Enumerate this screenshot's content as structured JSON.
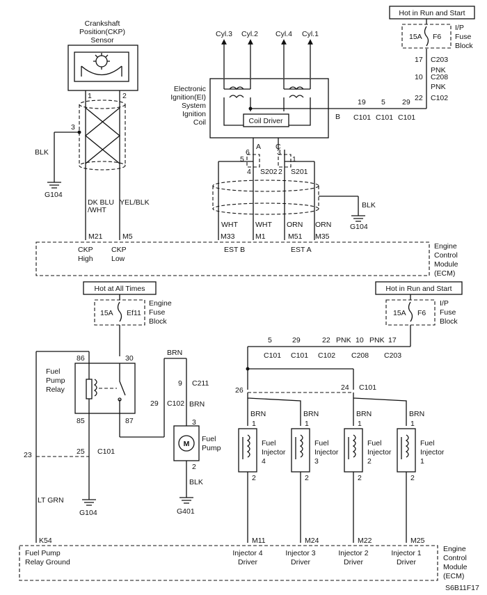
{
  "labels": {
    "ckp_sensor_1": "Crankshaft",
    "ckp_sensor_2": "Position(CKP)",
    "ckp_sensor_3": "Sensor",
    "cyl3": "Cyl.3",
    "cyl2": "Cyl.2",
    "cyl4": "Cyl.4",
    "cyl1": "Cyl.1",
    "hot_run_start": "Hot in Run and Start",
    "hot_all_times": "Hot at All Times",
    "ip_1": "I/P",
    "ip_2": "Fuse",
    "ip_3": "Block",
    "eng_fuse_1": "Engine",
    "eng_fuse_2": "Fuse",
    "eng_fuse_3": "Block",
    "fuse_15a": "15A",
    "fuse_f6": "F6",
    "fuse_ef11": "Ef11",
    "ei_1": "Electronic",
    "ei_2": "Ignition(EI)",
    "ei_3": "System",
    "ei_4": "Ignition",
    "ei_5": "Coil",
    "coil_driver": "Coil Driver",
    "relay_1": "Fuel",
    "relay_2": "Pump",
    "relay_3": "Relay",
    "fuel_pump_1": "Fuel",
    "fuel_pump_2": "Pump",
    "motor": "M",
    "inj4_1": "Fuel",
    "inj4_2": "Injector",
    "inj4_3": "4",
    "inj3_1": "Fuel",
    "inj3_2": "Injector",
    "inj3_3": "3",
    "inj2_1": "Fuel",
    "inj2_2": "Injector",
    "inj2_3": "2",
    "inj1_1": "Fuel",
    "inj1_2": "Injector",
    "inj1_3": "1",
    "ecm_1": "Engine",
    "ecm_2": "Control",
    "ecm_3": "Module",
    "ecm_4": "(ECM)",
    "ckp_high_1": "CKP",
    "ckp_high_2": "High",
    "ckp_low_1": "CKP",
    "ckp_low_2": "Low",
    "est_b": "EST B",
    "est_a": "EST A",
    "fprg_1": "Fuel Pump",
    "fprg_2": "Relay Ground",
    "drv4_1": "Injector 4",
    "drv3_1": "Injector 3",
    "drv2_1": "Injector 2",
    "drv1_1": "Injector 1",
    "driver": "Driver",
    "figure_id": "S6B11F17"
  },
  "wires": {
    "blk": "BLK",
    "dk_blu_1": "DK BLU",
    "dk_blu_2": "/WHT",
    "yel_blk": "YEL/BLK",
    "wht": "WHT",
    "orn": "ORN",
    "pnk": "PNK",
    "brn": "BRN",
    "lt_grn": "LT GRN"
  },
  "grounds": {
    "g104": "G104",
    "g401": "G401"
  },
  "connectors": {
    "c101": "C101",
    "c102": "C102",
    "c203": "C203",
    "c208": "C208",
    "c211": "C211",
    "s201": "S201",
    "s202": "S202",
    "m21": "M21",
    "m5": "M5",
    "m33": "M33",
    "m1": "M1",
    "m51": "M51",
    "m35": "M35",
    "m11": "M11",
    "m24": "M24",
    "m22": "M22",
    "m25": "M25",
    "k54": "K54"
  },
  "pins": {
    "p1": "1",
    "p2": "2",
    "p3": "3",
    "p4": "4",
    "p5": "5",
    "p6": "6",
    "p9": "9",
    "p10": "10",
    "p17": "17",
    "p19": "19",
    "p22": "22",
    "p23": "23",
    "p24": "24",
    "p25": "25",
    "p26": "26",
    "p29": "29",
    "p30": "30",
    "p85": "85",
    "p86": "86",
    "p87": "87",
    "pA": "A",
    "pB": "B",
    "pC": "C"
  }
}
